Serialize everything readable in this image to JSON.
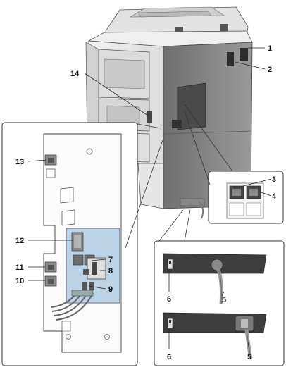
{
  "callouts": {
    "c1": "1",
    "c2": "2",
    "c3": "3",
    "c4": "4",
    "c5a": "5",
    "c5b": "5",
    "c6a": "6",
    "c6b": "6",
    "c7": "7",
    "c8": "8",
    "c9": "9",
    "c10": "10",
    "c11": "11",
    "c12": "12",
    "c13": "13",
    "c14": "14"
  },
  "colors": {
    "panel_blue": "#bcd3e6",
    "dark_panel": "#3d3d3d",
    "machine_body": "#e9e9e9",
    "machine_shade": "#cfcfcf",
    "right_panel": "#7d7d7d"
  }
}
